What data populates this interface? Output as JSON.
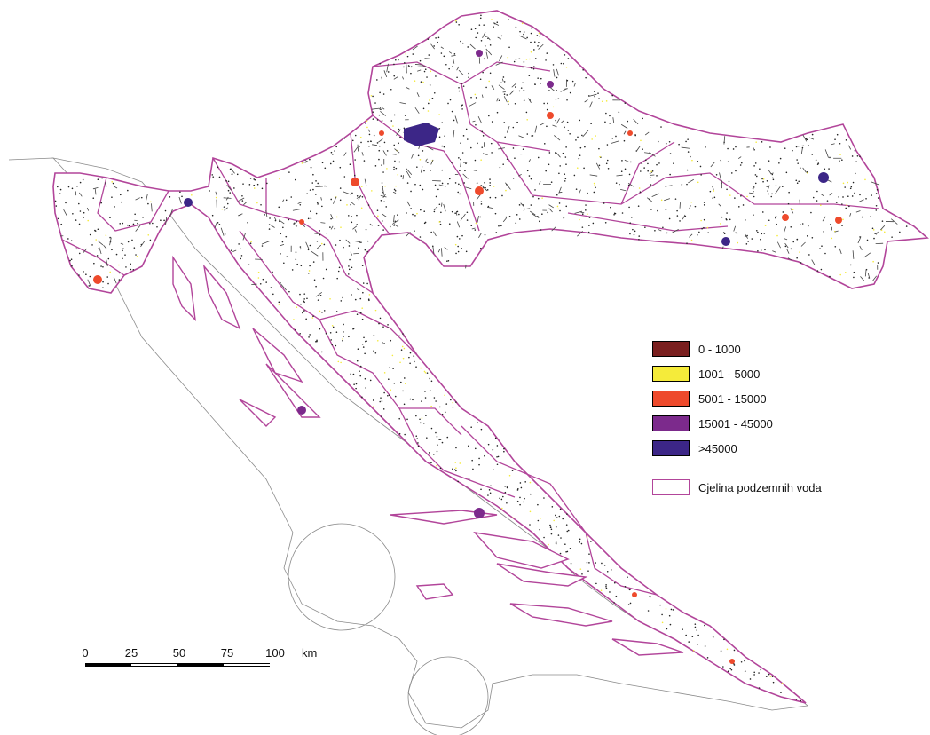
{
  "legend": {
    "classes": [
      {
        "label": "0 - 1000",
        "color": "#7a1f1f"
      },
      {
        "label": "1001 - 5000",
        "color": "#f5eb3a"
      },
      {
        "label": "5001 - 15000",
        "color": "#ee4a2c"
      },
      {
        "label": "15001 - 45000",
        "color": "#7c2a8c"
      },
      {
        "label": ">45000",
        "color": "#3c2687"
      }
    ],
    "boundary": {
      "label": "Cjelina podzemnih voda",
      "color": "#b2459a"
    }
  },
  "scale": {
    "ticks": [
      "0",
      "25",
      "50",
      "75",
      "100"
    ],
    "unit": "km"
  },
  "colors": {
    "boundary": "#b2459a",
    "sea_outline": "#888888",
    "river": "#444444"
  }
}
